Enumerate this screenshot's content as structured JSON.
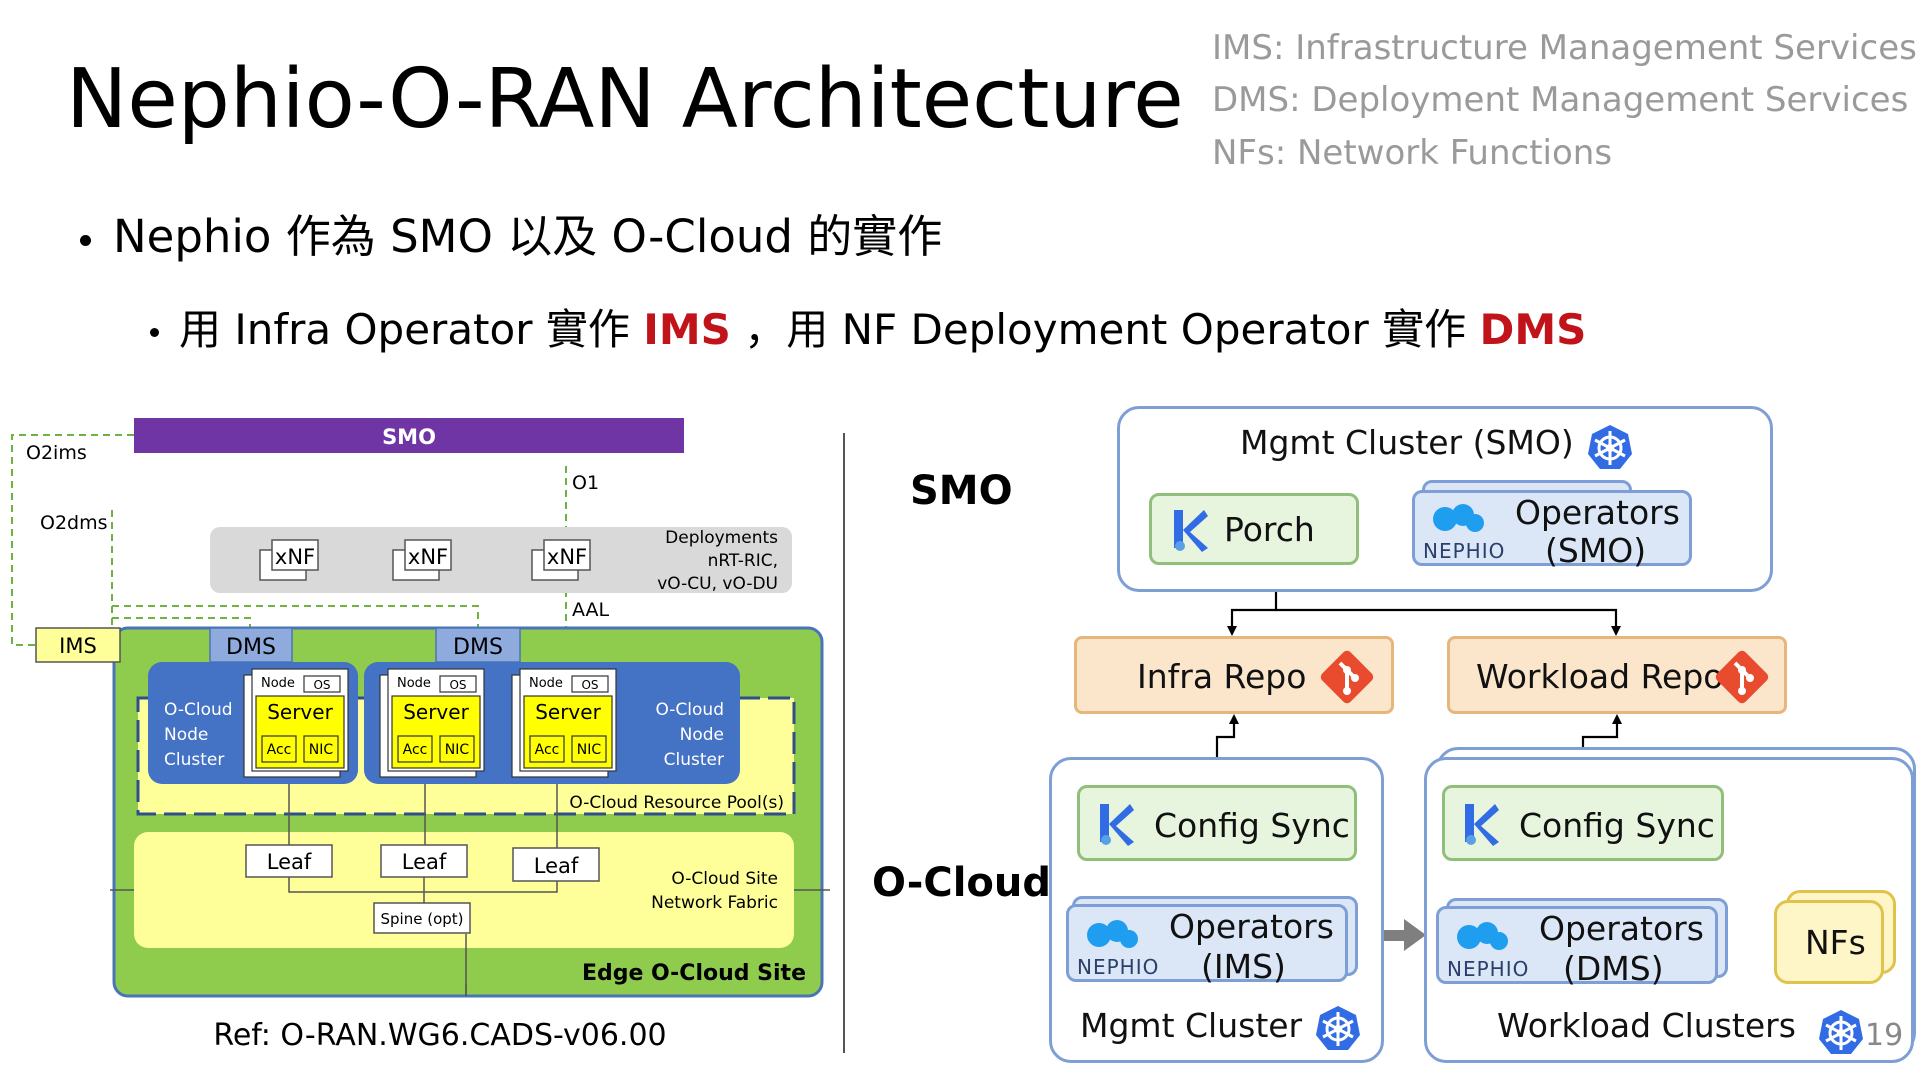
{
  "slide": {
    "title": "Nephio-O-RAN Architecture",
    "legend": [
      "IMS: Infrastructure Management Services",
      "DMS: Deployment Management Services",
      "NFs: Network Functions"
    ],
    "bullet1": "Nephio 作為 SMO 以及 O-Cloud 的實作",
    "bullet2": {
      "part1": "用 Infra Operator 實作 ",
      "ims": "IMS",
      "part2": " ，用 NF Deployment Operator 實作 ",
      "dms": "DMS"
    },
    "page_number": "19"
  },
  "left_diagram": {
    "smo_bar": "SMO",
    "o2ims": "O2ims",
    "o2dms": "O2dms",
    "o1": "O1",
    "aal": "AAL",
    "xnf_labels": [
      "xNF",
      "xNF",
      "xNF"
    ],
    "deployments": [
      "Deployments",
      "nRT-RIC,",
      "vO-CU, vO-DU"
    ],
    "ims": "IMS",
    "dms_labels": [
      "DMS",
      "DMS"
    ],
    "node_cluster_left": [
      "O-Cloud",
      "Node",
      "Cluster"
    ],
    "node_cluster_right": [
      "O-Cloud",
      "Node",
      "Cluster"
    ],
    "node": "Node",
    "os": "OS",
    "server": "Server",
    "acc": "Acc",
    "nic": "NIC",
    "resource_pool": "O-Cloud Resource Pool(s)",
    "leaf_labels": [
      "Leaf",
      "Leaf",
      "Leaf"
    ],
    "spine": "Spine (opt)",
    "network_fabric": [
      "O-Cloud Site",
      "Network Fabric"
    ],
    "edge_site": "Edge O-Cloud Site",
    "reference": "Ref: O-RAN.WG6.CADS-v06.00",
    "colors": {
      "smo_bar": "#6f35a5",
      "edge_green": "#8fcc4e",
      "node_blue": "#4472c4",
      "server_yellow": "#ffff00",
      "pool_yellow": "#ffff99"
    }
  },
  "right_diagram": {
    "smo_label": "SMO",
    "ocloud_label": "O-Cloud",
    "mgmt_cluster_smo": "Mgmt Cluster (SMO)",
    "porch": "Porch",
    "operators_smo": [
      "Operators",
      "(SMO)"
    ],
    "infra_repo": "Infra Repo",
    "workload_repo": "Workload Repo",
    "config_sync": "Config Sync",
    "operators_ims": [
      "Operators",
      "(IMS)"
    ],
    "operators_dms": [
      "Operators",
      "(DMS)"
    ],
    "nfs": "NFs",
    "mgmt_cluster": "Mgmt Cluster",
    "workload_clusters": "Workload Clusters",
    "nephio_brand": "NEPHIO",
    "icons": [
      "kubernetes-icon",
      "kpt-icon",
      "nephio-logo-icon",
      "git-icon"
    ],
    "colors": {
      "cluster_border": "#7d9fd6",
      "green_box": "#e7f4de",
      "blue_box": "#dbe7f7",
      "orange_box": "#fbe6cc",
      "git_red": "#e94b2e",
      "kube_blue": "#326ce5"
    }
  }
}
